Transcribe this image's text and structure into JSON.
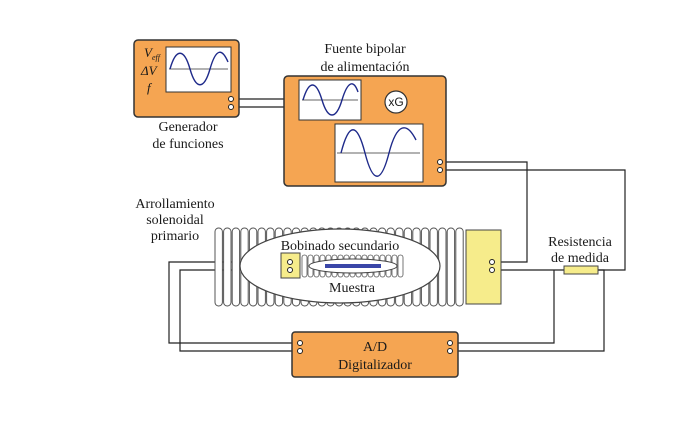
{
  "labels": {
    "generator_title_line1": "Generador",
    "generator_title_line2": "de funciones",
    "generator_param_v": "V",
    "generator_param_v_sub": "eff",
    "generator_param_dv": "ΔV",
    "generator_param_f": "f",
    "power_source_title_line1": "Fuente bipolar",
    "power_source_title_line2": "de alimentación",
    "gain_label": "xG",
    "primary_coil_line1": "Arrollamiento",
    "primary_coil_line2": "solenoidal",
    "primary_coil_line3": "primario",
    "secondary_coil": "Bobinado secundario",
    "sample": "Muestra",
    "resistor_line1": "Resistencia",
    "resistor_line2": "de medida",
    "digitizer_line1": "A/D",
    "digitizer_line2": "Digitalizador"
  },
  "colors": {
    "box_fill": "#F5A552",
    "waveform": "#1e2a8a",
    "yellow_block": "#F6EC8B",
    "sample_bar": "#3a46a8"
  }
}
